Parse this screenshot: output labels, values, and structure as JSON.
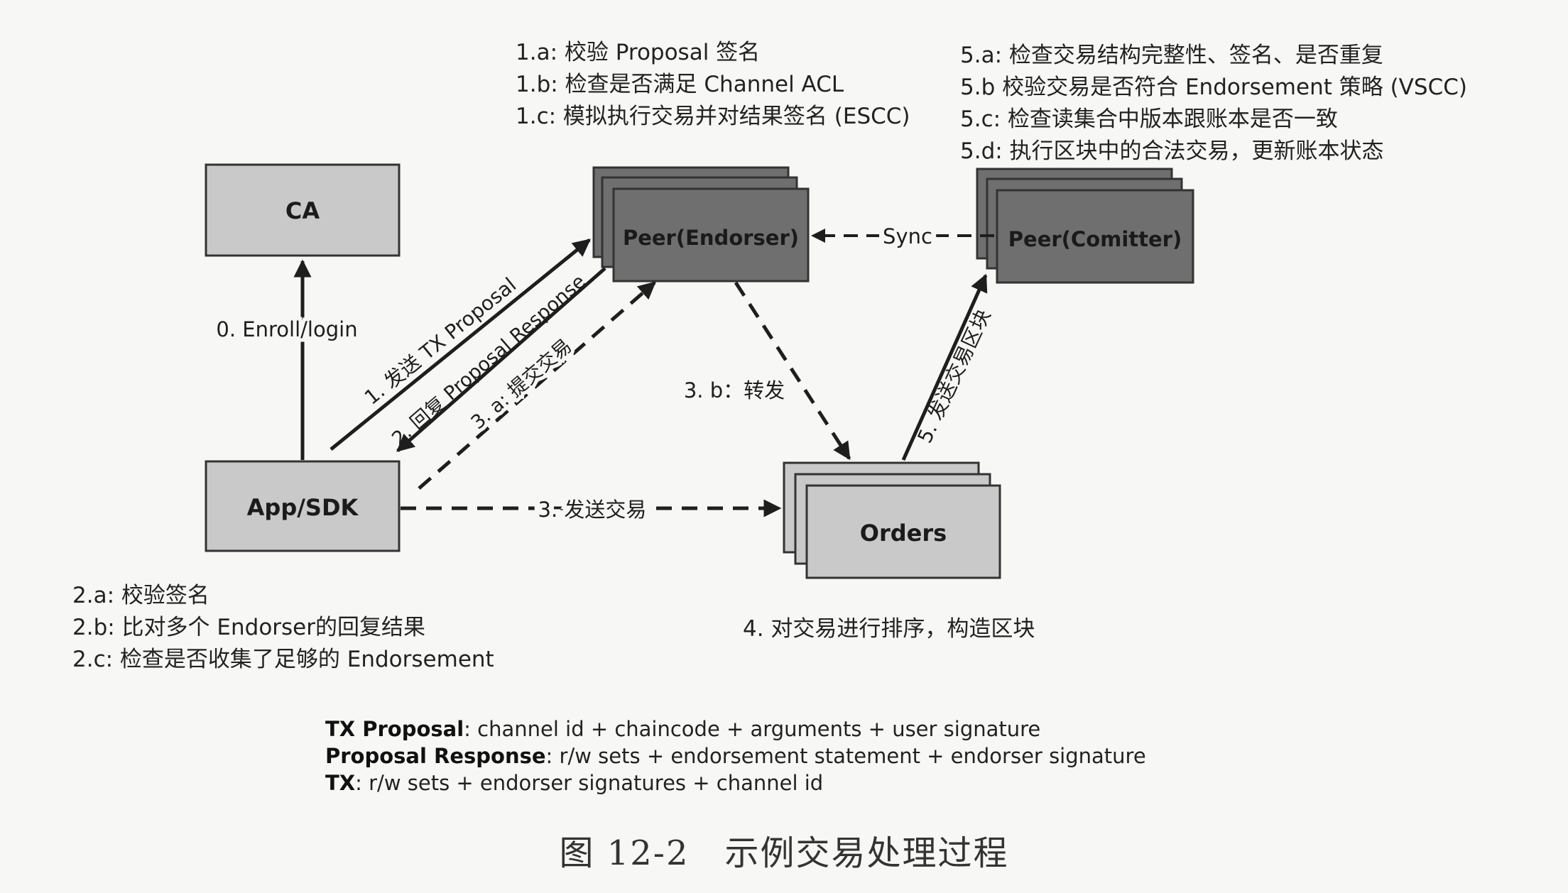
{
  "nodes": {
    "ca": "CA",
    "app": "App/SDK",
    "endorser": "Peer(Endorser)",
    "committer": "Peer(Comitter)",
    "orders": "Orders"
  },
  "edges": {
    "enroll": "0. Enroll/login",
    "send_proposal": "1. 发送 TX Proposal",
    "reply_response": "2. 回复 Proposal Response",
    "submit_tx": "3. a: 提交交易",
    "forward": "3. b：转发",
    "send_tx": "3. 发送交易",
    "send_block": "5. 发送交易区块",
    "sync": "Sync"
  },
  "notes": {
    "endorser": [
      "1.a: 校验 Proposal 签名",
      "1.b: 检查是否满足 Channel ACL",
      "1.c: 模拟执行交易并对结果签名 (ESCC)"
    ],
    "committer": [
      "5.a: 检查交易结构完整性、签名、是否重复",
      "5.b 校验交易是否符合 Endorsement 策略 (VSCC)",
      "5.c: 检查读集合中版本跟账本是否一致",
      "5.d: 执行区块中的合法交易，更新账本状态"
    ],
    "app": [
      "2.a: 校验签名",
      "2.b: 比对多个 Endorser的回复结果",
      "2.c: 检查是否收集了足够的 Endorsement"
    ],
    "orders": "4. 对交易进行排序，构造区块"
  },
  "legend": [
    {
      "term": "TX Proposal",
      "def": ": channel id + chaincode + arguments + user signature"
    },
    {
      "term": "Proposal Response",
      "def": ": r/w sets + endorsement statement + endorser signature"
    },
    {
      "term": "TX",
      "def": ": r/w sets + endorser signatures + channel id"
    }
  ],
  "caption": "图 12-2　示例交易处理过程",
  "colors": {
    "light_box": "#c9c9c9",
    "dark_box": "#6f6f6f",
    "stroke": "#333333"
  }
}
